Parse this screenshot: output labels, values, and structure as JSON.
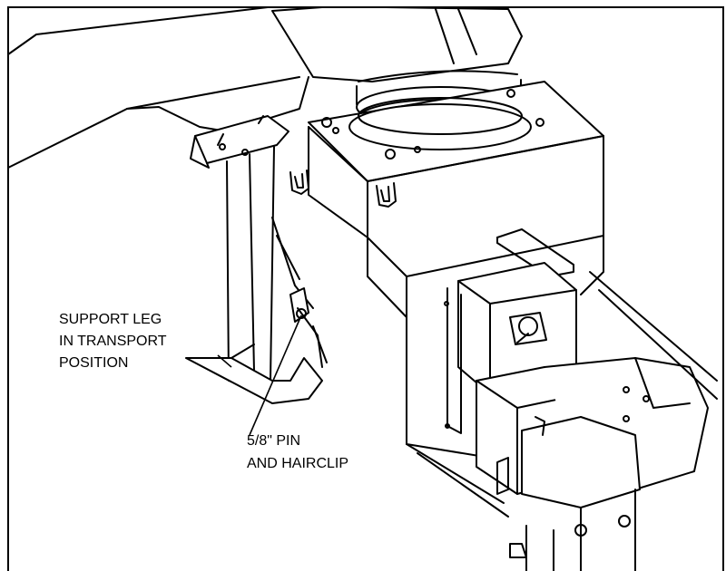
{
  "callouts": {
    "support_leg_line1": "SUPPORT LEG",
    "support_leg_line2": "IN TRANSPORT",
    "support_leg_line3": "POSITION",
    "pin_line1": "5/8\" PIN",
    "pin_line2": "AND HAIRCLIP"
  }
}
